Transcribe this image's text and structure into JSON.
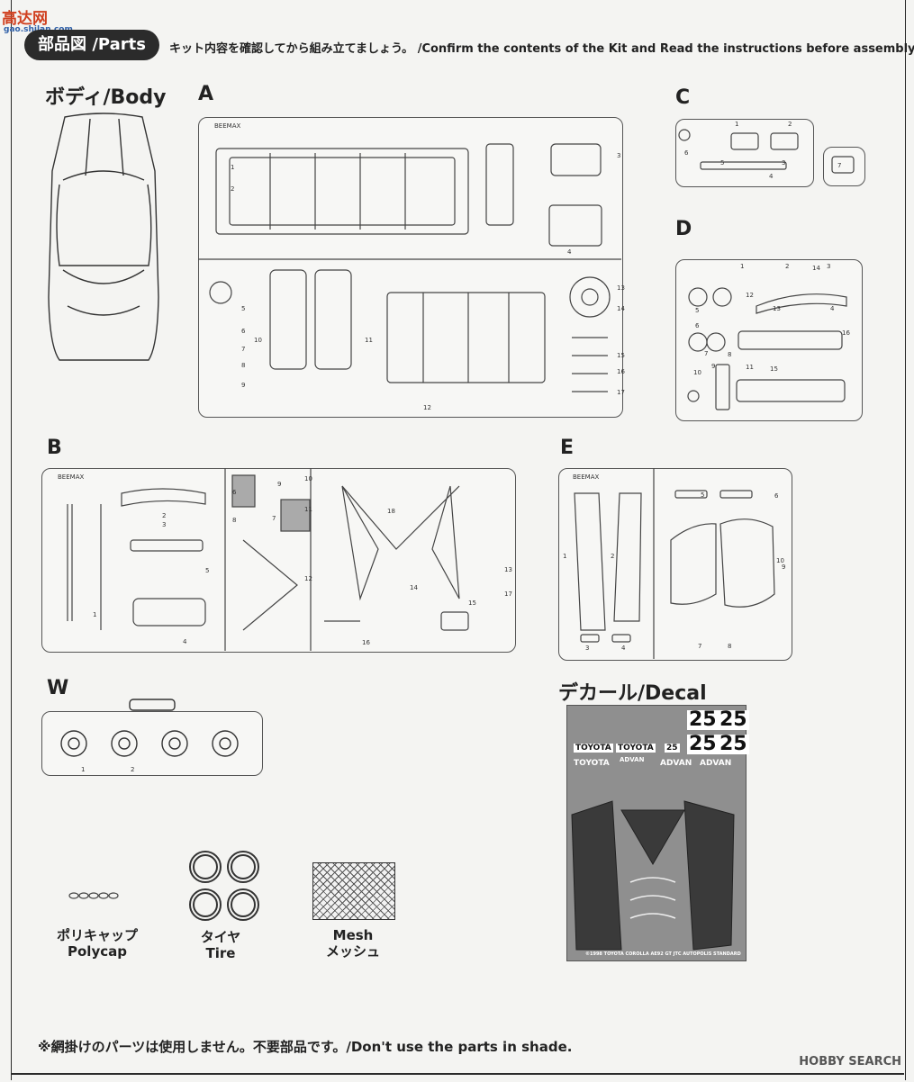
{
  "watermark": {
    "logo": "高达网",
    "url": "gao.shilan.com",
    "bottom_right": "HOBBY SEARCH"
  },
  "header": {
    "badge": "部品図 /Parts",
    "instruction": "キット内容を確認してから組み立てましょう。 /Confirm the contents of the Kit and Read the instructions before assembly."
  },
  "sections": {
    "body": "ボディ/Body",
    "a": "A",
    "b": "B",
    "c": "C",
    "d": "D",
    "e": "E",
    "w": "W",
    "decal": "デカール/Decal"
  },
  "sprue_tag": "BEEMAX",
  "numbers": {
    "a": [
      "1",
      "2",
      "3",
      "4",
      "5",
      "6",
      "7",
      "8",
      "9",
      "10",
      "11",
      "12",
      "13",
      "14",
      "15",
      "16",
      "17"
    ],
    "b": [
      "1",
      "2",
      "3",
      "4",
      "5",
      "6",
      "7",
      "8",
      "9",
      "10",
      "11",
      "12",
      "13",
      "14",
      "15",
      "16",
      "17",
      "18"
    ],
    "c": [
      "1",
      "2",
      "3",
      "4",
      "5",
      "6",
      "7"
    ],
    "d": [
      "1",
      "2",
      "3",
      "4",
      "5",
      "6",
      "7",
      "8",
      "9",
      "10",
      "11",
      "12",
      "13",
      "14",
      "15",
      "16"
    ],
    "e": [
      "1",
      "2",
      "3",
      "4",
      "5",
      "6",
      "7",
      "8",
      "9",
      "10"
    ],
    "w": [
      "1",
      "2"
    ]
  },
  "decal": {
    "num_large": "25",
    "num_small": "25",
    "toyota": "TOYOTA",
    "advan": "ADVAN",
    "footer": "©1998 TOYOTA COROLLA AE92 GT JTC AUTOPOLIS STANDARD"
  },
  "captions": {
    "polycap_jp": "ポリキャップ",
    "polycap_en": "Polycap",
    "tire_jp": "タイヤ",
    "tire_en": "Tire",
    "mesh_en": "Mesh",
    "mesh_jp": "メッシュ"
  },
  "footer_note": "※網掛けのパーツは使用しません。不要部品です。/Don't use the parts in shade."
}
